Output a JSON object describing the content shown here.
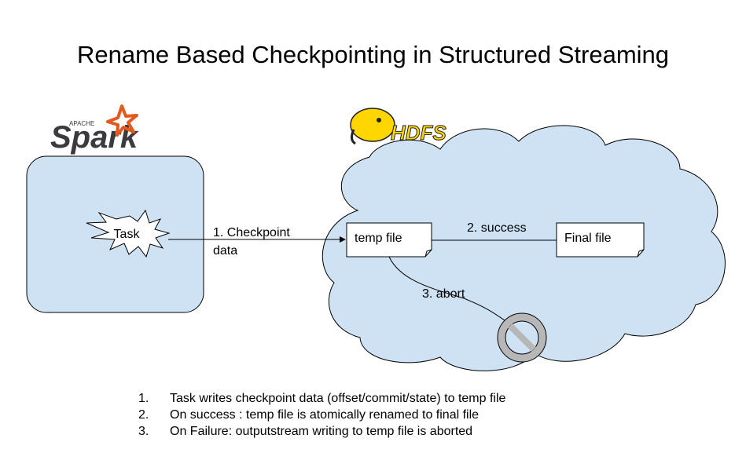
{
  "title": "Rename Based Checkpointing in Structured Streaming",
  "spark_logo": {
    "brand": "Spark",
    "tag": "APACHE"
  },
  "hdfs_logo": {
    "brand": "HDFS"
  },
  "task_label": "Task",
  "edges": {
    "checkpoint_line1": "1. Checkpoint",
    "checkpoint_line2": "data",
    "success": "2. success",
    "abort": "3. abort"
  },
  "files": {
    "temp": "temp file",
    "final": "Final file"
  },
  "steps": [
    {
      "num": "1.",
      "text": "Task writes checkpoint data (offset/commit/state) to temp file"
    },
    {
      "num": "2.",
      "text": "On success : temp file is atomically renamed to final file"
    },
    {
      "num": "3.",
      "text": "On Failure: outputstream writing to temp file is aborted"
    }
  ],
  "colors": {
    "box_fill": "#cfe2f3",
    "stroke": "#000000",
    "spark_orange": "#e25a1c",
    "spark_gray": "#3c3a3e",
    "hdfs_yellow": "#ffd600"
  }
}
